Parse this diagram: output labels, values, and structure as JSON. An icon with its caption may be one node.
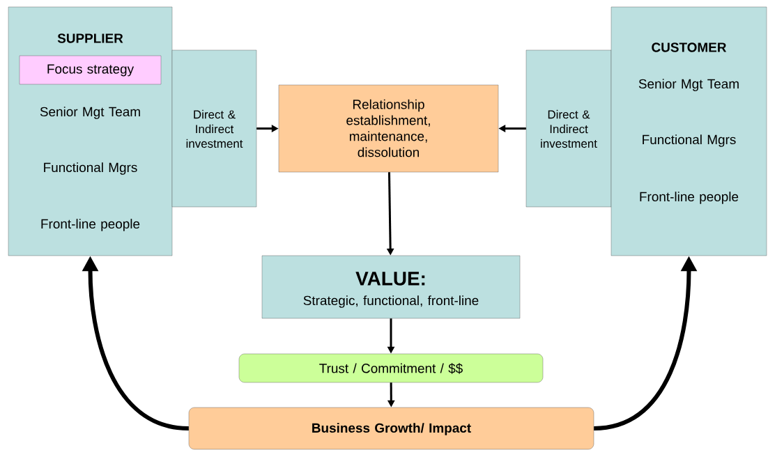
{
  "diagram": {
    "nodes": [
      {
        "text": [
          "SUPPLIER",
          "Senior Mgt Team",
          "Functional Mgrs",
          "Front-line people"
        ]
      },
      {
        "text": [
          "Focus strategy"
        ],
        "in": 0
      },
      {
        "text": [
          "Direct & Indirect investment"
        ]
      },
      {
        "text": [
          "Relationship establishment, maintenance, dissolution"
        ]
      },
      {
        "text": [
          "Direct & Indirect investment"
        ]
      },
      {
        "text": [
          "CUSTOMER",
          "Senior Mgt Team",
          "Functional Mgrs",
          "Front-line people"
        ]
      },
      {
        "text": [
          "VALUE:",
          "Strategic, functional, front-line"
        ]
      },
      {
        "text": [
          "Trust / Commitment / $$"
        ]
      },
      {
        "text": [
          "Business Growth/ Impact"
        ]
      }
    ],
    "edges": [
      {
        "from": 2,
        "to": 3,
        "arrow": "to"
      },
      {
        "from": 4,
        "to": 3,
        "arrow": "to"
      },
      {
        "from": 3,
        "to": 6,
        "arrow": "to"
      },
      {
        "from": 6,
        "to": 7,
        "arrow": "to"
      },
      {
        "from": 7,
        "to": 8,
        "arrow": "to"
      },
      {
        "from": 8,
        "to": 0,
        "arrow": "to",
        "style": "thick"
      },
      {
        "from": 8,
        "to": 5,
        "arrow": "to",
        "style": "thick"
      }
    ]
  }
}
